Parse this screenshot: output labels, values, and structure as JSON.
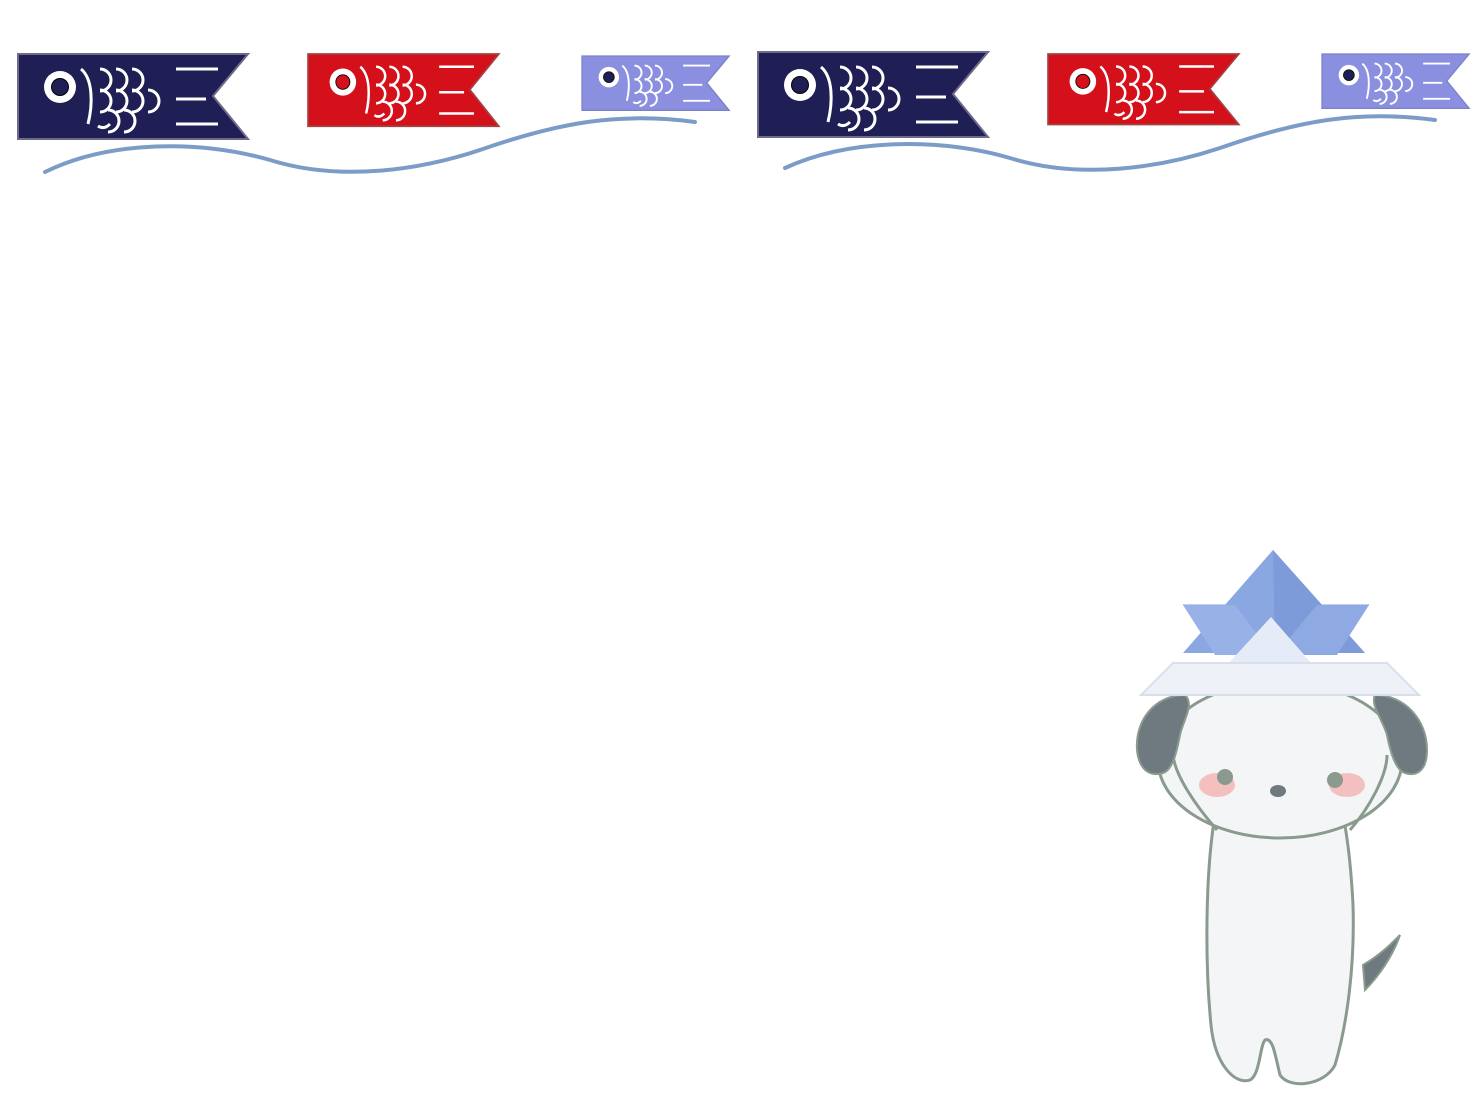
{
  "scene": {
    "background": "#ffffff",
    "banner": {
      "groups": 2,
      "koinobori": [
        {
          "name": "black-carp",
          "color": "#1f1f55"
        },
        {
          "name": "red-carp",
          "color": "#d4111a"
        },
        {
          "name": "blue-carp",
          "color": "#8a8fe0"
        }
      ],
      "wave_color": "#7c9cc8"
    },
    "character": {
      "type": "dog",
      "hat": "kabuto",
      "colors": {
        "body": "#f3f5f6",
        "outline": "#8a9a8e",
        "ears": "#6f7a80",
        "helmet": "#8aa7e2",
        "helmet_light": "#e6ecf7",
        "cheeks": "#f4a9a8"
      }
    }
  }
}
